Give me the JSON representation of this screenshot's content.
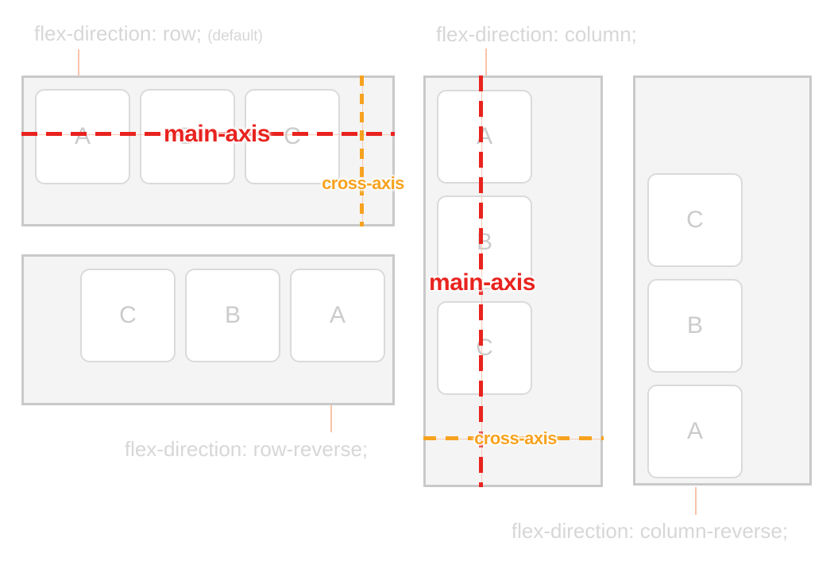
{
  "colors": {
    "red": "#e8231f",
    "orange": "#f7a21f",
    "connector": "#f9c4aa",
    "label_gray": "#d7d7d7",
    "letter_gray": "#cbcbcb",
    "container_fill": "#f4f4f4",
    "container_border": "#c9c9c9",
    "box_border": "#dadada"
  },
  "diagrams": {
    "row": {
      "label": "flex-direction: row;",
      "label_suffix": "(default)",
      "items": [
        "A",
        "B",
        "C"
      ],
      "main_axis_label": "main-axis",
      "cross_axis_label": "cross-axis"
    },
    "row_reverse": {
      "label": "flex-direction: row-reverse;",
      "items": [
        "C",
        "B",
        "A"
      ]
    },
    "column": {
      "label": "flex-direction: column;",
      "items": [
        "A",
        "B",
        "C"
      ],
      "main_axis_label": "main-axis",
      "cross_axis_label": "cross-axis"
    },
    "column_reverse": {
      "label": "flex-direction: column-reverse;",
      "items": [
        "C",
        "B",
        "A"
      ]
    }
  }
}
